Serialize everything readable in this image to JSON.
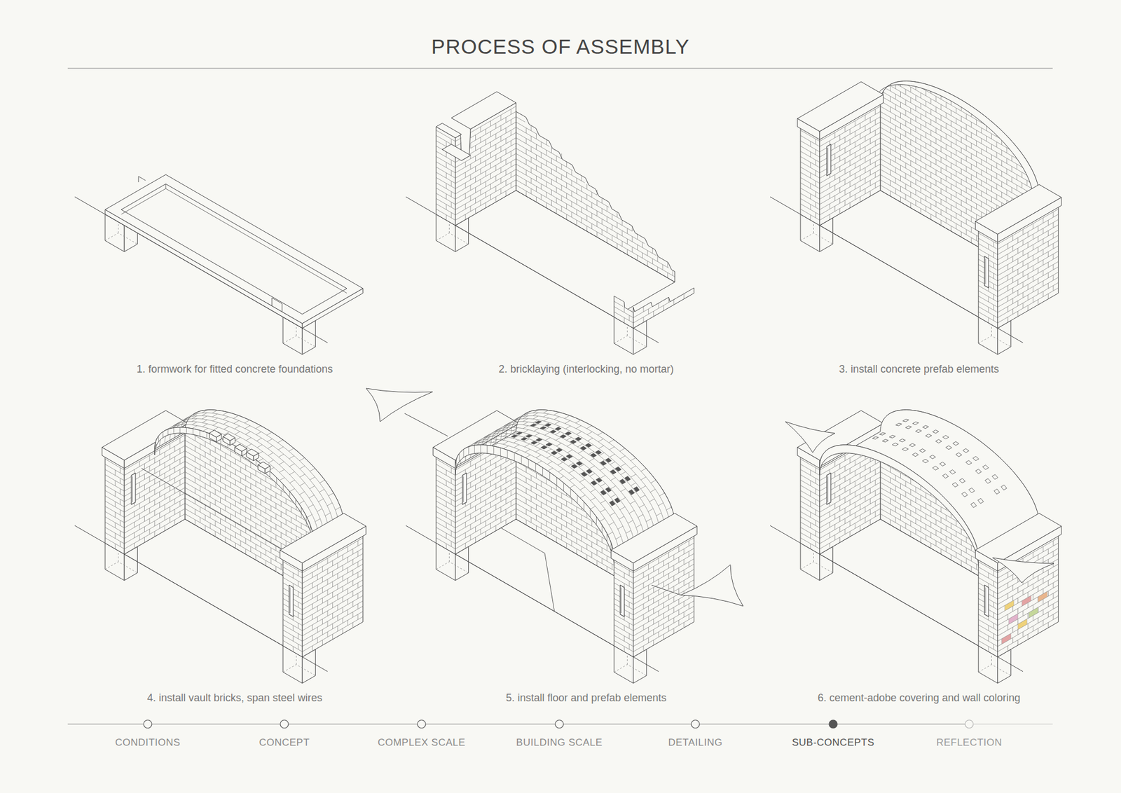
{
  "diagram": {
    "title": "PROCESS OF ASSEMBLY",
    "nodes": [
      {
        "text": [
          "CONDITIONS"
        ]
      },
      {
        "text": [
          "CONCEPT"
        ]
      },
      {
        "text": [
          "COMPLEX SCALE"
        ]
      },
      {
        "text": [
          "BUILDING SCALE"
        ]
      },
      {
        "text": [
          "DETAILING"
        ]
      },
      {
        "text": [
          "SUB-CONCEPTS"
        ]
      },
      {
        "text": [
          "REFLECTION"
        ]
      }
    ],
    "edges": [
      {
        "from": 0,
        "to": 1,
        "arrow": "none"
      },
      {
        "from": 1,
        "to": 2,
        "arrow": "none"
      },
      {
        "from": 2,
        "to": 3,
        "arrow": "none"
      },
      {
        "from": 3,
        "to": 4,
        "arrow": "none"
      },
      {
        "from": 4,
        "to": 5,
        "arrow": "none"
      },
      {
        "from": 5,
        "to": 6,
        "arrow": "none"
      }
    ],
    "labels": [
      "1. formwork for fitted concrete foundations",
      "2. bricklaying (interlocking, no mortar)",
      "3. install concrete prefab elements",
      "4. install vault bricks, span steel wires",
      "5. install floor and prefab elements",
      "6. cement-adobe covering and wall coloring"
    ]
  }
}
